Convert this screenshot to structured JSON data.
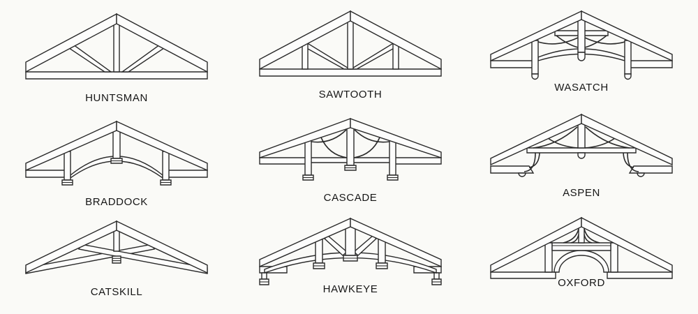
{
  "figure": {
    "background_color": "#fafaf7",
    "line_color": "#2a2a2a",
    "description_labels_visible": true
  },
  "trusses": [
    {
      "id": "huntsman",
      "label": "HUNTSMAN"
    },
    {
      "id": "sawtooth",
      "label": "SAWTOOTH"
    },
    {
      "id": "wasatch",
      "label": "WASATCH"
    },
    {
      "id": "braddock",
      "label": "BRADDOCK"
    },
    {
      "id": "cascade",
      "label": "CASCADE"
    },
    {
      "id": "aspen",
      "label": "ASPEN"
    },
    {
      "id": "catskill",
      "label": "CATSKILL"
    },
    {
      "id": "hawkeye",
      "label": "HAWKEYE"
    },
    {
      "id": "oxford",
      "label": "OXFORD"
    }
  ]
}
